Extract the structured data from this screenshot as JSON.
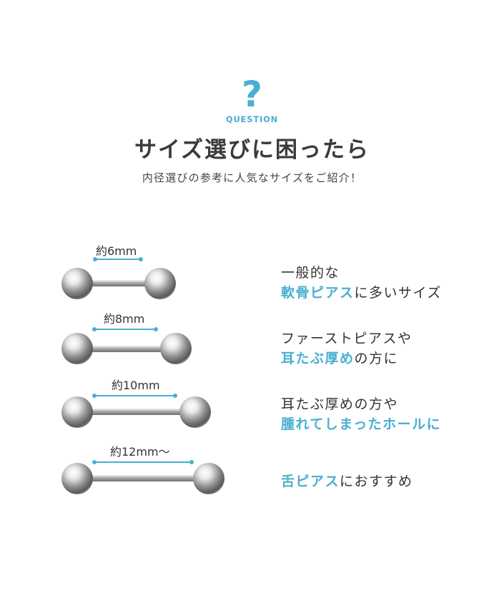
{
  "header": {
    "question_mark": "?",
    "question_label": "QUESTION",
    "title": "サイズ選びに困ったら",
    "subtitle": "内径選びの参考に人気なサイズをご紹介！"
  },
  "colors": {
    "accent": "#49afd1",
    "text": "#333333",
    "metal": "#b9b9b9"
  },
  "sizes": [
    {
      "label": "約6mm"
    },
    {
      "label": "約8mm"
    },
    {
      "label": "約10mm"
    },
    {
      "label": "約12mm〜"
    }
  ],
  "descriptions": [
    {
      "line1": [
        {
          "text": "一般的な",
          "highlight": false
        }
      ],
      "line2": [
        {
          "text": "軟骨ピアス",
          "highlight": true
        },
        {
          "text": "に多いサイズ",
          "highlight": false
        }
      ]
    },
    {
      "line1": [
        {
          "text": "ファーストピアスや",
          "highlight": false
        }
      ],
      "line2": [
        {
          "text": "耳たぶ厚め",
          "highlight": true
        },
        {
          "text": "の方に",
          "highlight": false
        }
      ]
    },
    {
      "line1": [
        {
          "text": "耳たぶ厚めの方や",
          "highlight": false
        }
      ],
      "line2": [
        {
          "text": "腫れてしまったホールに",
          "highlight": true
        }
      ]
    },
    {
      "line1": [
        {
          "text": "舌ピアス",
          "highlight": true
        },
        {
          "text": "におすすめ",
          "highlight": false
        }
      ],
      "line2": []
    }
  ]
}
